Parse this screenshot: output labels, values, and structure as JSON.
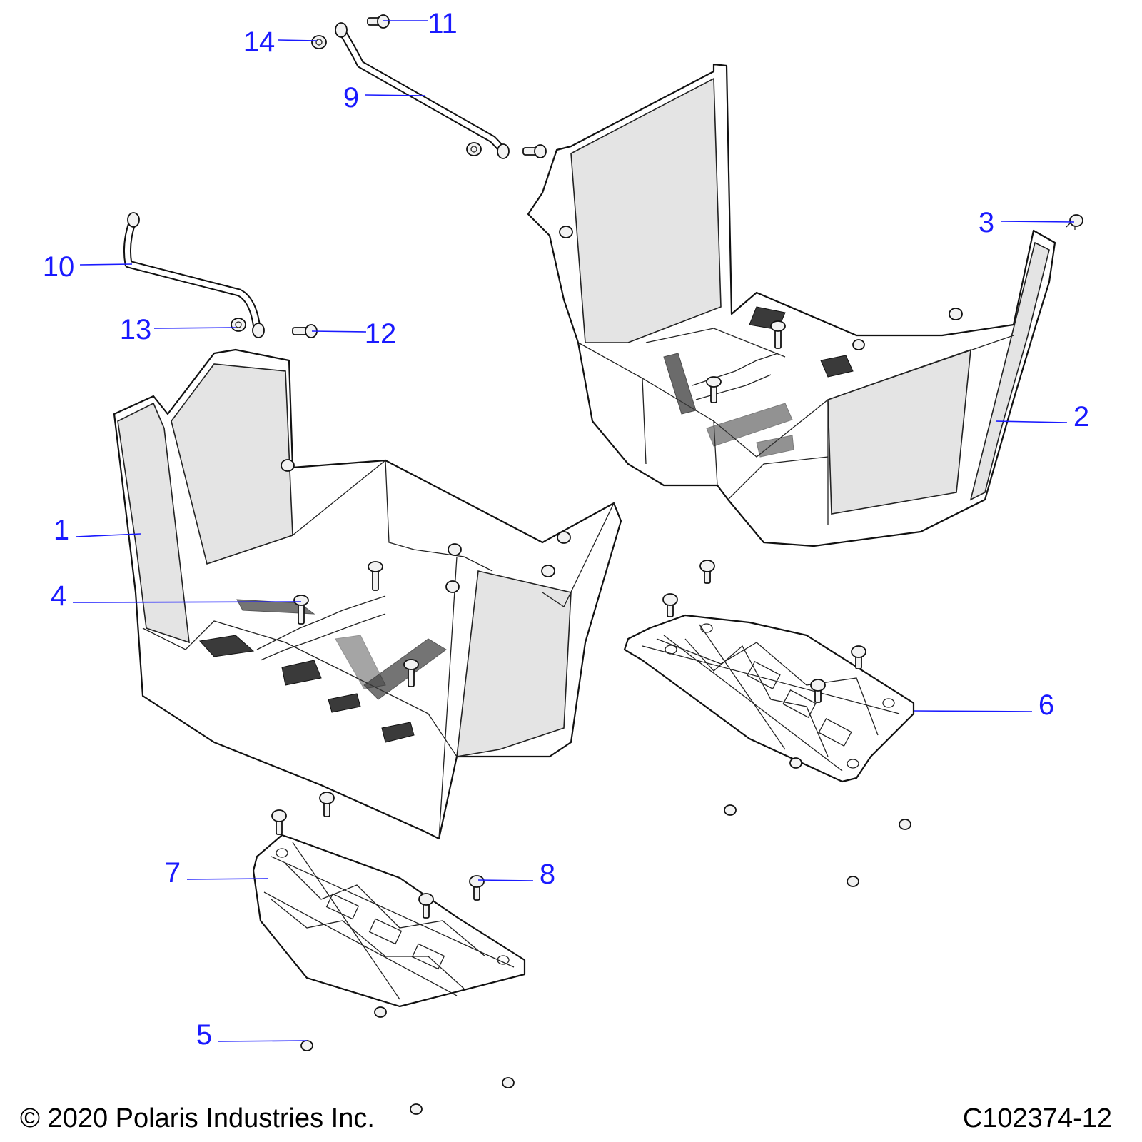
{
  "diagram": {
    "callout_color": "#1a1aff",
    "callouts": [
      {
        "number": "1"
      },
      {
        "number": "2"
      },
      {
        "number": "3"
      },
      {
        "number": "4"
      },
      {
        "number": "5"
      },
      {
        "number": "6"
      },
      {
        "number": "7"
      },
      {
        "number": "8"
      },
      {
        "number": "9"
      },
      {
        "number": "10"
      },
      {
        "number": "11"
      },
      {
        "number": "12"
      },
      {
        "number": "13"
      },
      {
        "number": "14"
      }
    ]
  },
  "footer": {
    "copyright": "© 2020 Polaris Industries Inc.",
    "drawing_id": "C102374-12"
  }
}
